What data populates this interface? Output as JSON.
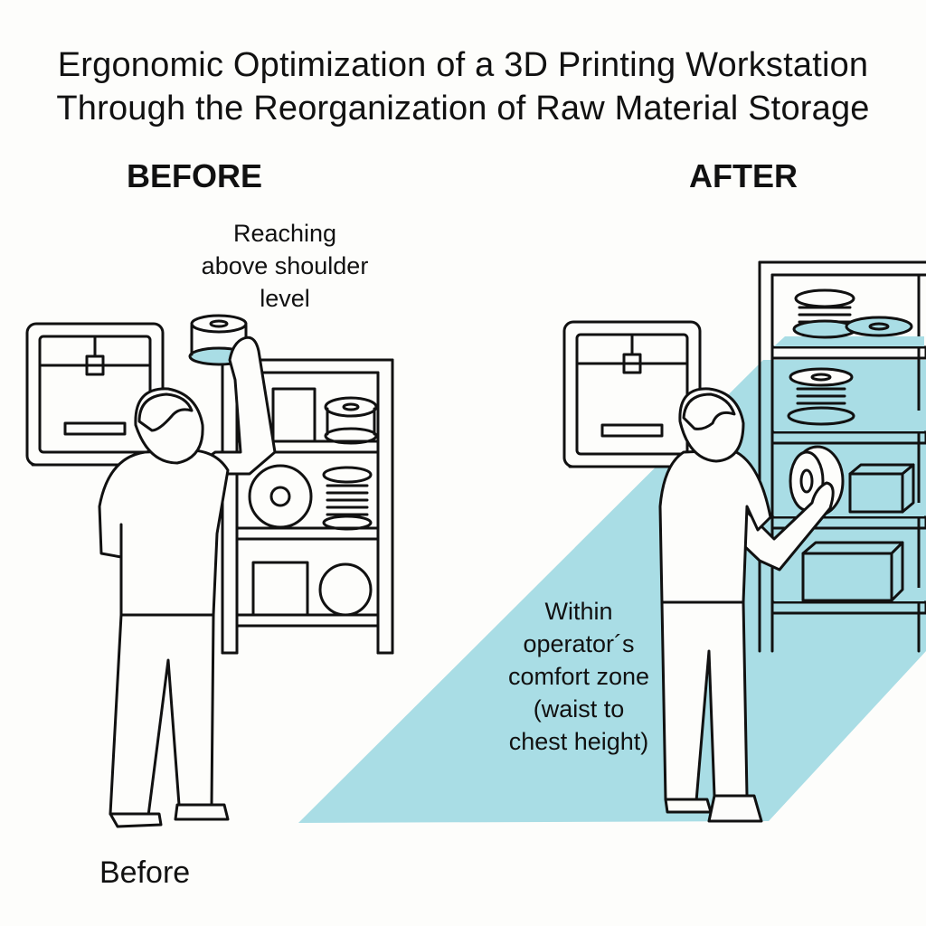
{
  "title": {
    "line1": "Ergonomic Optimization of a 3D Printing Workstation",
    "line2": "Through the Reorganization of Raw Material Storage"
  },
  "panels": {
    "before": {
      "heading": "BEFORE",
      "annotation": [
        "Reaching",
        "above shoulder",
        "level"
      ],
      "caption": "Before"
    },
    "after": {
      "heading": "AFTER",
      "annotation": [
        "Within",
        "operator´s",
        "comfort zone",
        "(waist to",
        "chest height)"
      ]
    }
  },
  "colors": {
    "line": "#111111",
    "comfort_zone": "#a9dde5",
    "background": "#fdfdfb"
  },
  "icons": [
    "3d-printer-icon",
    "storage-shelf-icon",
    "filament-spool-icon",
    "operator-figure-icon",
    "storage-box-icon"
  ]
}
